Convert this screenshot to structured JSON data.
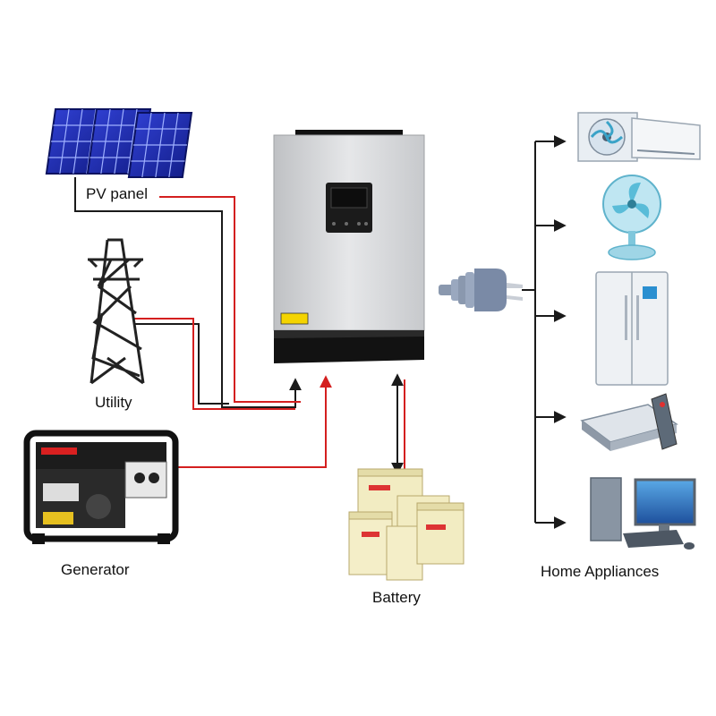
{
  "labels": {
    "pv_panel": "PV panel",
    "utility": "Utility",
    "generator": "Generator",
    "battery": "Battery",
    "home_appliances": "Home Appliances"
  },
  "colors": {
    "black_wire": "#1a1a1a",
    "red_wire": "#d41f1f",
    "inverter_body": "#d9dadc",
    "inverter_base": "#111111",
    "battery_case": "#f2ecc2"
  },
  "icons": [
    "solar-panel-icon",
    "transmission-tower-icon",
    "generator-icon",
    "inverter-icon",
    "battery-icon",
    "power-plug-icon",
    "air-conditioner-icon",
    "electric-fan-icon",
    "refrigerator-icon",
    "dvd-player-remote-icon",
    "desktop-computer-icon"
  ]
}
